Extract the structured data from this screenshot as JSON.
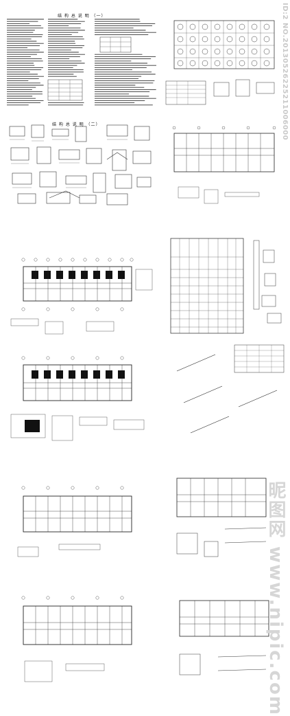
{
  "sheets": {
    "general_notes_1": {
      "title": "结 构 总 说 明 （一）"
    },
    "general_notes_2": {
      "title": "结 构 总 说 明 （二）"
    }
  },
  "watermark": {
    "id": "ID:2 NO.20130526225211006000",
    "site": "昵图网 www.nipic.com"
  }
}
